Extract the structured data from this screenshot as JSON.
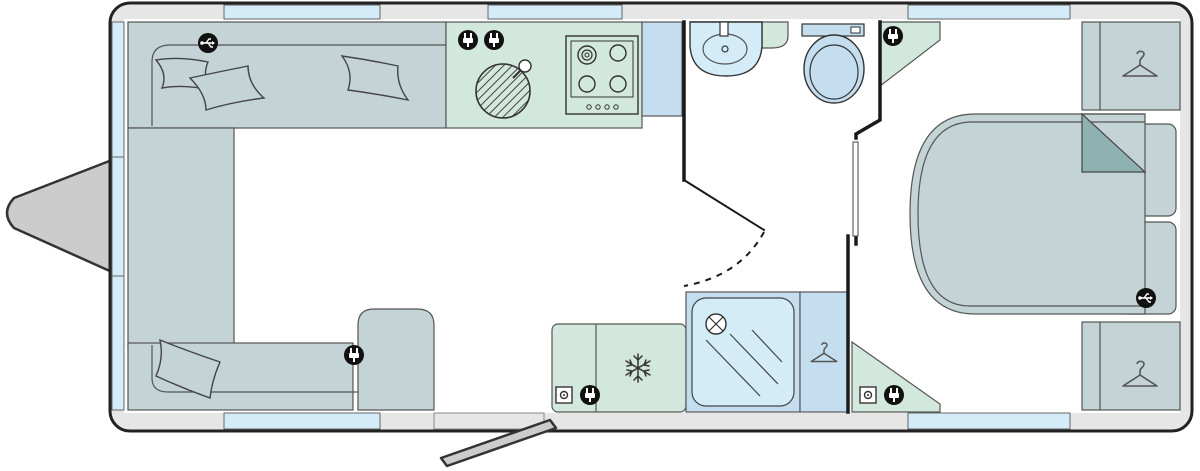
{
  "diagram": {
    "kind": "caravan-floorplan",
    "colors": {
      "upholstery": "#c4d3d6",
      "kitchen": "#d3e8dc",
      "window": "#d3ecf8",
      "blue_panel": "#c5deef",
      "wall": "#1a1a1a",
      "shell": "#e6e6e6",
      "hitch": "#cccccc",
      "bedspread": "#8fb1b2",
      "outline": "#555555"
    },
    "zones": [
      {
        "id": "lounge-seating",
        "label": ""
      },
      {
        "id": "kitchen",
        "label": ""
      },
      {
        "id": "washroom",
        "label": ""
      },
      {
        "id": "bedroom",
        "label": ""
      }
    ],
    "icons": [
      "usb-icon",
      "socket-icon",
      "hob-icon",
      "sink-icon",
      "toilet-icon",
      "shower-icon",
      "fridge-snowflake-icon",
      "hanger-icon",
      "tv-point-icon"
    ]
  }
}
